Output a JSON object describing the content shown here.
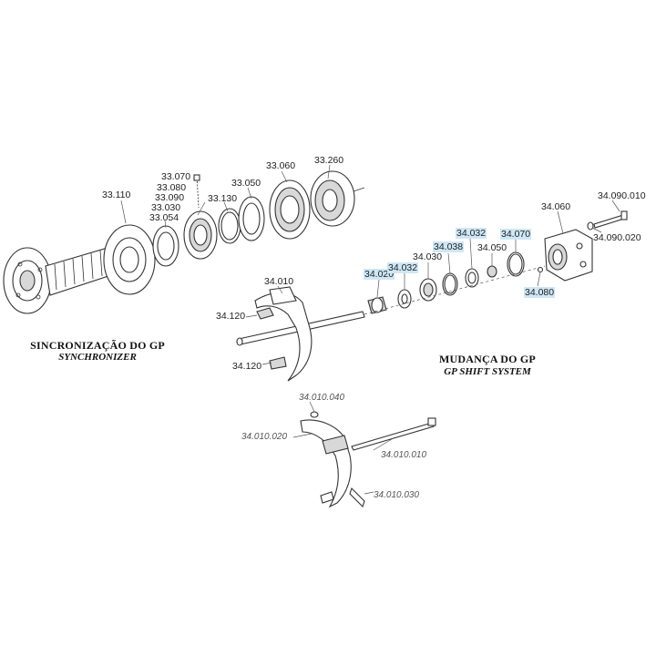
{
  "captions": {
    "sync_title": "SINCRONIZAÇÃO DO GP",
    "sync_sub": "SYNCHRONIZER",
    "shift_title": "MUDANÇA DO GP",
    "shift_sub": "GP SHIFT SYSTEM"
  },
  "labels": {
    "p33_070": "33.070",
    "p33_080": "33.080",
    "p33_090": "33.090",
    "p33_030": "33.030",
    "p33_054": "33.054",
    "p33_110": "33.110",
    "p33_130": "33.130",
    "p33_050": "33.050",
    "p33_060": "33.060",
    "p33_260": "33.260",
    "p34_010": "34.010",
    "p34_120a": "34.120",
    "p34_120b": "34.120",
    "p34_020": "34.020",
    "p34_032a": "34.032",
    "p34_032b": "34.032",
    "p34_038": "34.038",
    "p34_030": "34.030",
    "p34_050": "34.050",
    "p34_070": "34.070",
    "p34_080": "34.080",
    "p34_060": "34.060",
    "p34_090_010": "34.090.010",
    "p34_090_020": "34.090.020",
    "p34_010_040": "34.010.040",
    "p34_010_020": "34.010.020",
    "p34_010_010": "34.010.010",
    "p34_010_030": "34.010.030"
  },
  "highlight_color": "#cde7f5"
}
